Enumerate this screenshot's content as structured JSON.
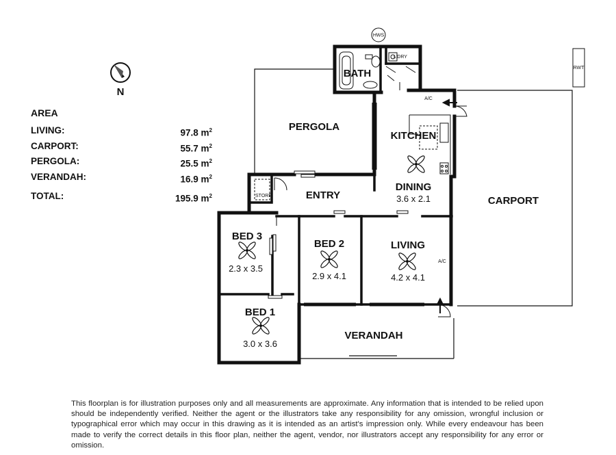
{
  "compass": {
    "label": "N"
  },
  "area": {
    "title": "AREA",
    "rows": [
      {
        "label": "LIVING:",
        "value": "97.8 m",
        "unit_sup": "2"
      },
      {
        "label": "CARPORT:",
        "value": "55.7 m",
        "unit_sup": "2"
      },
      {
        "label": "PERGOLA:",
        "value": "25.5 m",
        "unit_sup": "2"
      },
      {
        "label": "VERANDAH:",
        "value": "16.9 m",
        "unit_sup": "2"
      }
    ],
    "total": {
      "label": "TOTAL:",
      "value": "195.9 m",
      "unit_sup": "2"
    }
  },
  "rooms": {
    "bath": "BATH",
    "laundry": "L'DRY",
    "hws": "HWS",
    "rwt": "RWT",
    "ac1": "A/C",
    "ac2": "A/C",
    "pergola": "PERGOLA",
    "kitchen": "KITCHEN",
    "dining": "DINING",
    "dining_dim": "3.6 x 2.1",
    "entry": "ENTRY",
    "store": "STORE",
    "carport": "CARPORT",
    "bed3": "BED 3",
    "bed3_dim": "2.3 x 3.5",
    "bed2": "BED 2",
    "bed2_dim": "2.9 x 4.1",
    "living": "LIVING",
    "living_dim": "4.2 x 4.1",
    "bed1": "BED 1",
    "bed1_dim": "3.0 x 3.6",
    "verandah": "VERANDAH"
  },
  "disclaimer": "This floorplan is for illustration purposes only and all measurements are approximate. Any information that is intended to be relied upon should be independently verified. Neither the agent or the illustrators take any responsibility for any omission, wrongful inclusion or typographical error which may occur in this drawing as it is intended as an artist's impression only. While every endeavour has been made to verify the correct details in this floor plan, neither the agent, vendor, nor illustrators accept any responsibility for any error or omission."
}
